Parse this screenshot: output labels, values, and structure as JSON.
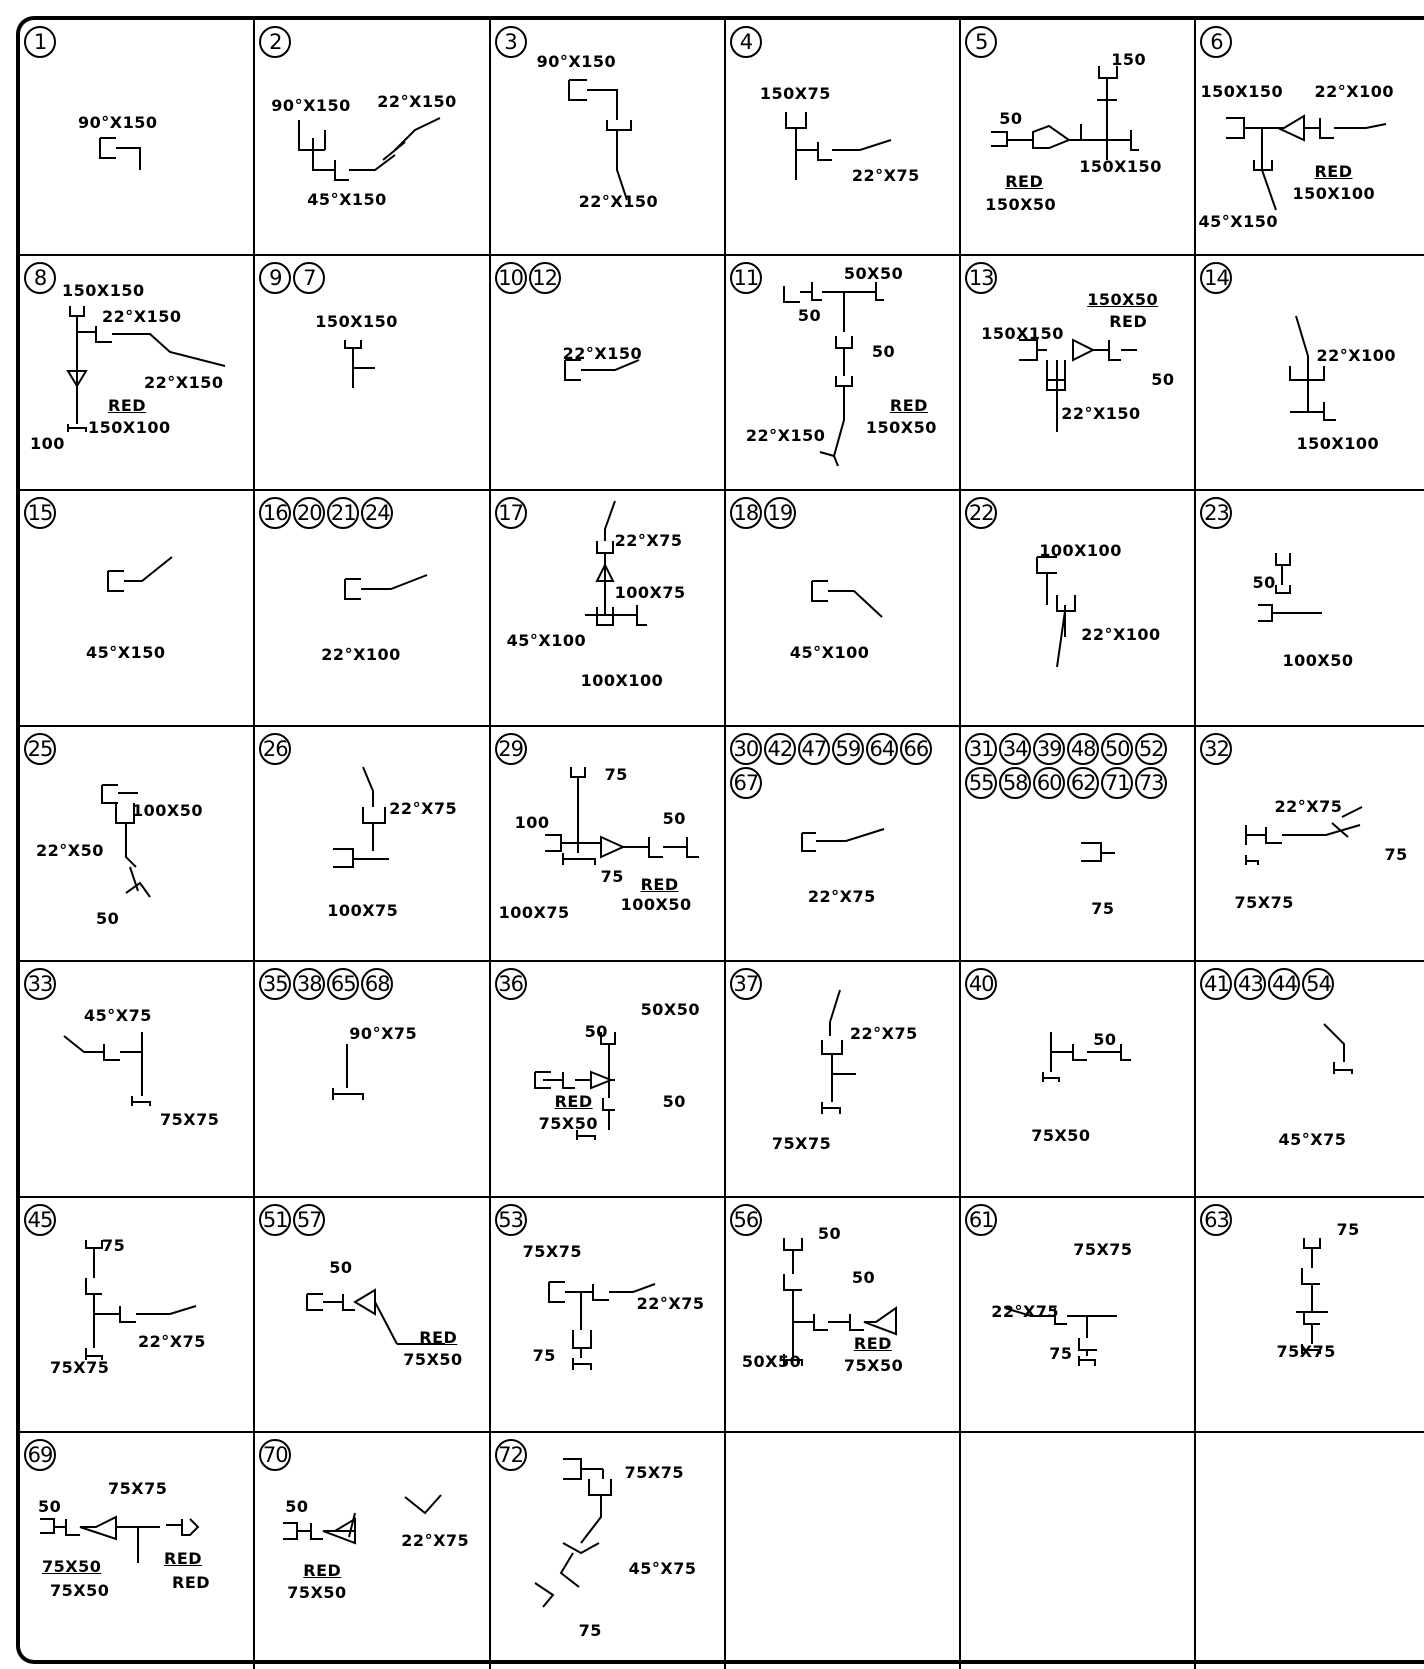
{
  "cells": [
    {
      "nums": [
        "1"
      ],
      "labels": [
        "90°X150"
      ]
    },
    {
      "nums": [
        "2"
      ],
      "labels": [
        "90°X150",
        "22°X150",
        "45°X150"
      ]
    },
    {
      "nums": [
        "3"
      ],
      "labels": [
        "90°X150",
        "22°X150"
      ]
    },
    {
      "nums": [
        "4"
      ],
      "labels": [
        "150X75",
        "22°X75"
      ]
    },
    {
      "nums": [
        "5"
      ],
      "labels": [
        "150",
        "50",
        "150X150",
        "RED",
        "150X50"
      ]
    },
    {
      "nums": [
        "6"
      ],
      "labels": [
        "150X150",
        "22°X100",
        "RED",
        "150X100",
        "45°X150"
      ]
    },
    {
      "nums": [
        "8"
      ],
      "labels": [
        "150X150",
        "22°X150",
        "22°X150",
        "RED",
        "150X100",
        "100"
      ]
    },
    {
      "nums": [
        "9",
        "7"
      ],
      "labels": [
        "150X150"
      ]
    },
    {
      "nums": [
        "10",
        "12"
      ],
      "labels": [
        "22°X150"
      ]
    },
    {
      "nums": [
        "11"
      ],
      "labels": [
        "50X50",
        "50",
        "50",
        "RED",
        "150X50",
        "22°X150"
      ]
    },
    {
      "nums": [
        "13"
      ],
      "labels": [
        "150X50",
        "RED",
        "150X150",
        "50",
        "22°X150"
      ]
    },
    {
      "nums": [
        "14"
      ],
      "labels": [
        "22°X100",
        "150X100"
      ]
    },
    {
      "nums": [
        "15"
      ],
      "labels": [
        "45°X150"
      ]
    },
    {
      "nums": [
        "16",
        "20",
        "21",
        "24"
      ],
      "labels": [
        "22°X100"
      ]
    },
    {
      "nums": [
        "17"
      ],
      "labels": [
        "22°X75",
        "100X75",
        "45°X100",
        "100X100"
      ]
    },
    {
      "nums": [
        "18",
        "19"
      ],
      "labels": [
        "45°X100"
      ]
    },
    {
      "nums": [
        "22"
      ],
      "labels": [
        "100X100",
        "22°X100"
      ]
    },
    {
      "nums": [
        "23"
      ],
      "labels": [
        "50",
        "100X50"
      ]
    },
    {
      "nums": [
        "25"
      ],
      "labels": [
        "100X50",
        "22°X50",
        "50"
      ]
    },
    {
      "nums": [
        "26"
      ],
      "labels": [
        "22°X75",
        "100X75"
      ]
    },
    {
      "nums": [
        "29"
      ],
      "labels": [
        "75",
        "100",
        "50",
        "75",
        "RED",
        "100X50",
        "100X75"
      ]
    },
    {
      "nums": [
        "30",
        "42",
        "47",
        "59",
        "64",
        "66",
        "67"
      ],
      "labels": [
        "22°X75"
      ]
    },
    {
      "nums": [
        "31",
        "34",
        "39",
        "48",
        "50",
        "52",
        "55",
        "58",
        "60",
        "62",
        "71",
        "73"
      ],
      "labels": [
        "75"
      ]
    },
    {
      "nums": [
        "32"
      ],
      "labels": [
        "22°X75",
        "75",
        "75X75"
      ]
    },
    {
      "nums": [
        "33"
      ],
      "labels": [
        "45°X75",
        "75X75"
      ]
    },
    {
      "nums": [
        "35",
        "38",
        "65",
        "68"
      ],
      "labels": [
        "90°X75"
      ]
    },
    {
      "nums": [
        "36"
      ],
      "labels": [
        "50X50",
        "50",
        "50",
        "RED",
        "75X50"
      ]
    },
    {
      "nums": [
        "37"
      ],
      "labels": [
        "22°X75",
        "75X75"
      ]
    },
    {
      "nums": [
        "40"
      ],
      "labels": [
        "50",
        "75X50"
      ]
    },
    {
      "nums": [
        "41",
        "43",
        "44",
        "54"
      ],
      "labels": [
        "45°X75"
      ]
    },
    {
      "nums": [
        "45"
      ],
      "labels": [
        "75",
        "22°X75",
        "75X75"
      ]
    },
    {
      "nums": [
        "51",
        "57"
      ],
      "labels": [
        "50",
        "RED",
        "75X50"
      ]
    },
    {
      "nums": [
        "53"
      ],
      "labels": [
        "75X75",
        "22°X75",
        "75"
      ]
    },
    {
      "nums": [
        "56"
      ],
      "labels": [
        "50",
        "50",
        "RED",
        "75X50",
        "50X50"
      ]
    },
    {
      "nums": [
        "61"
      ],
      "labels": [
        "75X75",
        "22°X75",
        "75"
      ]
    },
    {
      "nums": [
        "63"
      ],
      "labels": [
        "75",
        "75X75"
      ]
    },
    {
      "nums": [
        "69"
      ],
      "labels": [
        "50",
        "75X75",
        "RED",
        "75X50",
        "RED",
        "75X50"
      ]
    },
    {
      "nums": [
        "70"
      ],
      "labels": [
        "50",
        "22°X75",
        "RED",
        "75X50"
      ]
    },
    {
      "nums": [
        "72"
      ],
      "labels": [
        "75X75",
        "45°X75",
        "75"
      ]
    },
    {
      "nums": [],
      "labels": []
    },
    {
      "nums": [],
      "labels": []
    },
    {
      "nums": [],
      "labels": []
    }
  ]
}
